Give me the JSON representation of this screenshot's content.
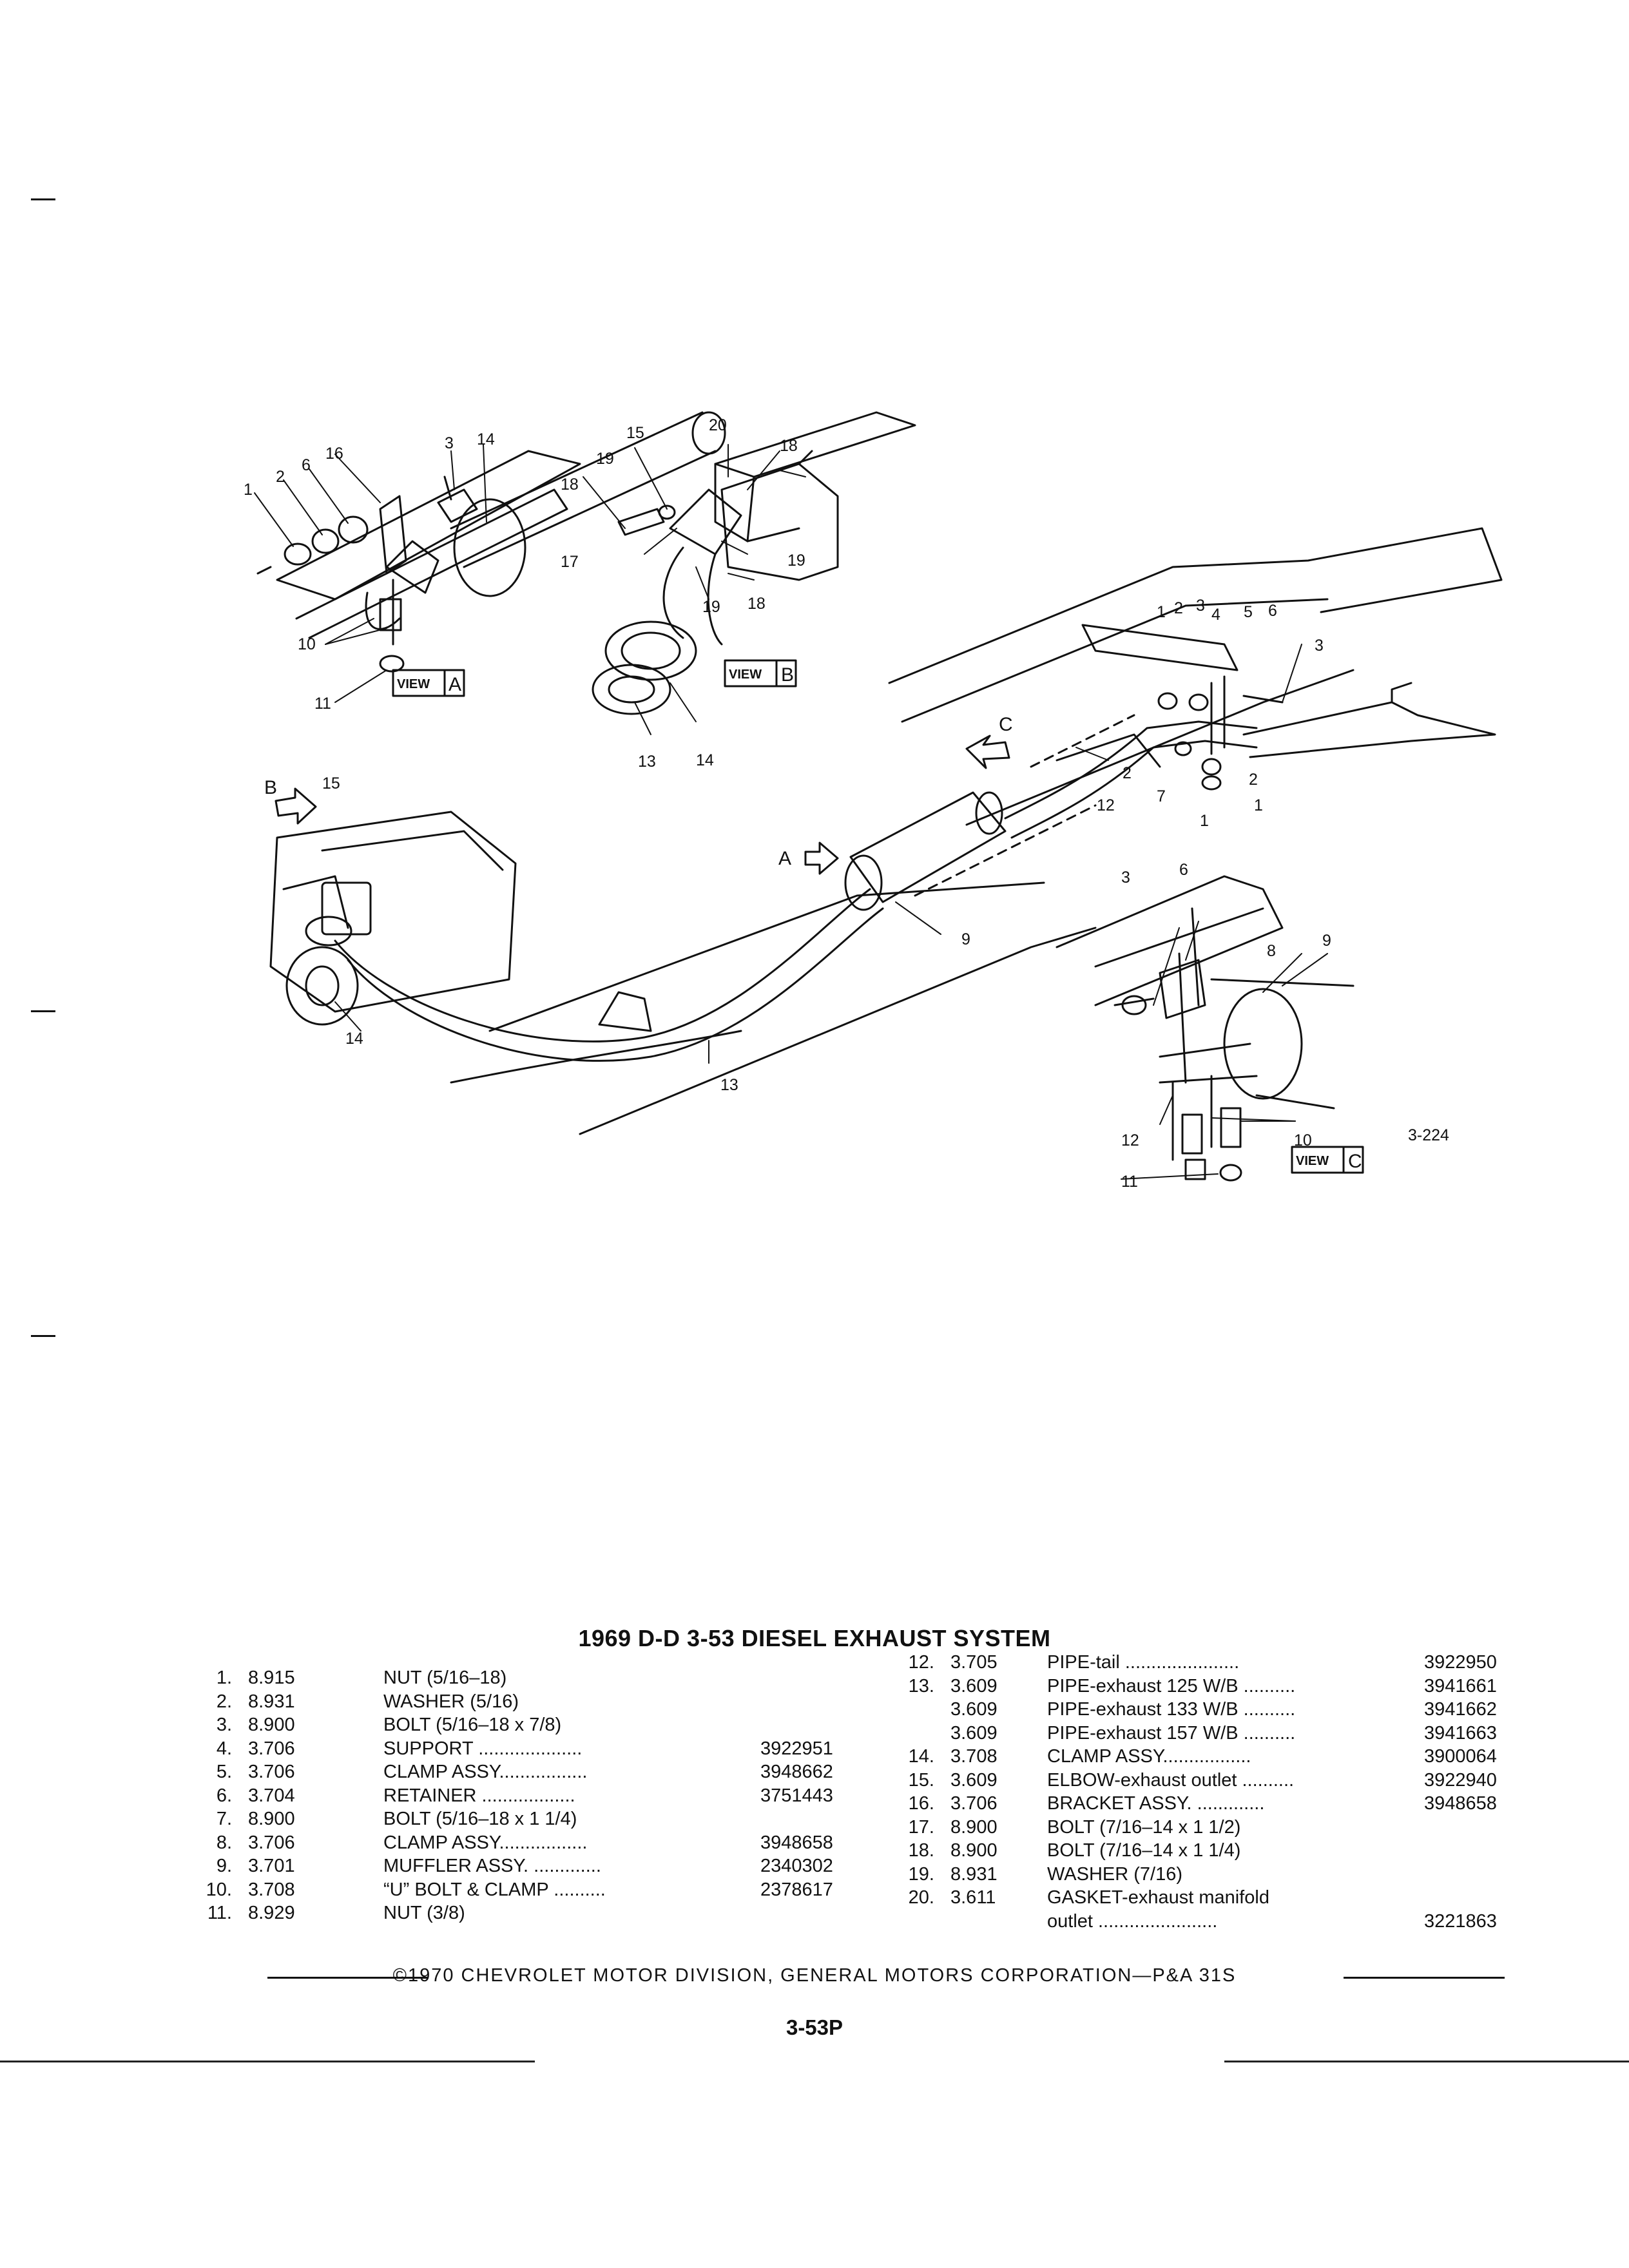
{
  "diagram": {
    "figure_number": "3-224",
    "view_labels": {
      "a": "A",
      "b": "B",
      "c": "C"
    },
    "view_word": "VIEW",
    "callouts_view_a": [
      "1",
      "2",
      "6",
      "16",
      "3",
      "14",
      "10",
      "11"
    ],
    "callouts_view_b": [
      "15",
      "20",
      "18",
      "19",
      "18",
      "17",
      "19",
      "18",
      "19",
      "13",
      "14"
    ],
    "callouts_main": [
      "15",
      "14",
      "13",
      "9",
      "12",
      "1",
      "2",
      "3",
      "4",
      "5",
      "6",
      "3",
      "2",
      "7",
      "1",
      "2",
      "1"
    ],
    "callouts_view_c": [
      "3",
      "6",
      "8",
      "9",
      "12",
      "10",
      "11"
    ],
    "arrow_labels": {
      "a": "A",
      "b": "B",
      "c": "C"
    }
  },
  "parts_list": {
    "title": "1969 D-D 3-53 DIESEL EXHAUST SYSTEM",
    "left": [
      {
        "num": "1.",
        "code": "8.915",
        "desc": "NUT (5/16–18)",
        "part": ""
      },
      {
        "num": "2.",
        "code": "8.931",
        "desc": "WASHER (5/16)",
        "part": ""
      },
      {
        "num": "3.",
        "code": "8.900",
        "desc": "BOLT (5/16–18 x 7/8)",
        "part": ""
      },
      {
        "num": "4.",
        "code": "3.706",
        "desc": "SUPPORT ....................",
        "part": "3922951"
      },
      {
        "num": "5.",
        "code": "3.706",
        "desc": "CLAMP ASSY.................",
        "part": "3948662"
      },
      {
        "num": "6.",
        "code": "3.704",
        "desc": "RETAINER ..................",
        "part": "3751443"
      },
      {
        "num": "7.",
        "code": "8.900",
        "desc": "BOLT (5/16–18 x 1 1/4)",
        "part": ""
      },
      {
        "num": "8.",
        "code": "3.706",
        "desc": "CLAMP ASSY.................",
        "part": "3948658"
      },
      {
        "num": "9.",
        "code": "3.701",
        "desc": "MUFFLER ASSY. .............",
        "part": "2340302"
      },
      {
        "num": "10.",
        "code": "3.708",
        "desc": "“U” BOLT & CLAMP ..........",
        "part": "2378617"
      },
      {
        "num": "11.",
        "code": "8.929",
        "desc": "NUT (3/8)",
        "part": ""
      }
    ],
    "right": [
      {
        "num": "12.",
        "code": "3.705",
        "desc": "PIPE-tail ......................",
        "part": "3922950"
      },
      {
        "num": "13.",
        "code": "3.609",
        "desc": "PIPE-exhaust 125 W/B ..........",
        "part": "3941661"
      },
      {
        "num": "",
        "code": "3.609",
        "desc": "PIPE-exhaust 133 W/B ..........",
        "part": "3941662"
      },
      {
        "num": "",
        "code": "3.609",
        "desc": "PIPE-exhaust 157 W/B ..........",
        "part": "3941663"
      },
      {
        "num": "14.",
        "code": "3.708",
        "desc": "CLAMP ASSY.................",
        "part": "3900064"
      },
      {
        "num": "15.",
        "code": "3.609",
        "desc": "ELBOW-exhaust outlet ..........",
        "part": "3922940"
      },
      {
        "num": "16.",
        "code": "3.706",
        "desc": "BRACKET ASSY. .............",
        "part": "3948658"
      },
      {
        "num": "17.",
        "code": "8.900",
        "desc": "BOLT (7/16–14 x 1 1/2)",
        "part": ""
      },
      {
        "num": "18.",
        "code": "8.900",
        "desc": "BOLT (7/16–14 x 1 1/4)",
        "part": ""
      },
      {
        "num": "19.",
        "code": "8.931",
        "desc": "WASHER (7/16)",
        "part": ""
      },
      {
        "num": "20.",
        "code": "3.611",
        "desc": "GASKET-exhaust manifold",
        "part": ""
      },
      {
        "num": "",
        "code": "",
        "desc": "outlet .......................",
        "part": "3221863"
      }
    ]
  },
  "footer": {
    "copyright": "©1970 CHEVROLET MOTOR DIVISION, GENERAL MOTORS CORPORATION—P&A 31S",
    "page_number": "3-53P"
  }
}
